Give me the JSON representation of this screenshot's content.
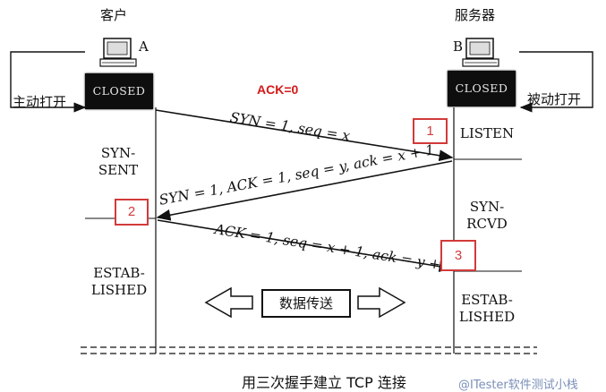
{
  "labels": {
    "client_title": "客户",
    "server_title": "服务器",
    "client_letter": "A",
    "server_letter": "B",
    "active_open": "主动打开",
    "passive_open": "被动打开",
    "client_closed": "CLOSED",
    "server_closed": "CLOSED",
    "ack0": "ACK=0",
    "data_transfer": "数据传送",
    "caption": "用三次握手建立 TCP 连接",
    "watermark": "@ITester软件测试小栈"
  },
  "client_states": [
    {
      "lines": [
        "SYN-",
        "SENT"
      ]
    },
    {
      "lines": [
        "ESTAB-",
        "LISHED"
      ]
    }
  ],
  "server_states": [
    {
      "lines": [
        "LISTEN"
      ]
    },
    {
      "lines": [
        "SYN-",
        "RCVD"
      ]
    },
    {
      "lines": [
        "ESTAB-",
        "LISHED"
      ]
    }
  ],
  "messages": [
    {
      "text": "SYN = 1, seq = x"
    },
    {
      "text": "SYN = 1, ACK = 1, seq = y, ack = x + 1"
    },
    {
      "text": "ACK = 1, seq = x + 1, ack = y + 1"
    }
  ],
  "markers": [
    "1",
    "2",
    "3"
  ],
  "colors": {
    "marker": "#d23a3a",
    "ack0": "#d41818",
    "line": "#111111",
    "closed_bg": "#0e0e0e"
  },
  "icons": {
    "client": "computer-icon",
    "server": "computer-icon"
  }
}
